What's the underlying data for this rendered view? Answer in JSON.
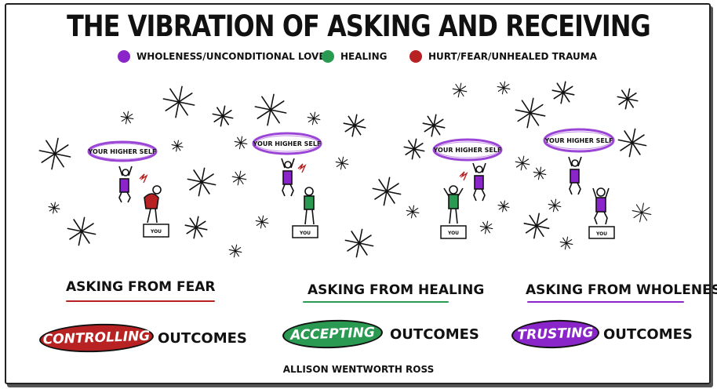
{
  "title": "THE VIBRATION OF ASKING AND RECEIVING",
  "legend": [
    {
      "label": "WHOLENESS/UNCONDITIONAL LOVE",
      "color": "#8a25c9"
    },
    {
      "label": "HEALING",
      "color": "#2a9a52"
    },
    {
      "label": "HURT/FEAR/UNHEALED TRAUMA",
      "color": "#b82222"
    }
  ],
  "scenes": [
    {
      "higher_self": "YOUR HIGHER SELF",
      "pedestal": "YOU"
    },
    {
      "higher_self": "YOUR HIGHER SELF",
      "pedestal": "YOU"
    },
    {
      "higher_self": "YOUR HIGHER SELF",
      "pedestal": "YOU"
    },
    {
      "higher_self": "YOUR HIGHER SELF",
      "pedestal": "YOU"
    }
  ],
  "sections": [
    {
      "heading": "ASKING FROM FEAR",
      "pill": "CONTROLLING",
      "outcomes": "OUTCOMES",
      "color": "#b82222"
    },
    {
      "heading": "ASKING FROM HEALING",
      "pill": "ACCEPTING",
      "outcomes": "OUTCOMES",
      "color": "#2a9a52"
    },
    {
      "heading": "ASKING FROM WHOLENESS",
      "pill": "TRUSTING",
      "outcomes": "OUTCOMES",
      "color": "#8a25c9"
    }
  ],
  "author": "ALLISON WENTWORTH ROSS"
}
